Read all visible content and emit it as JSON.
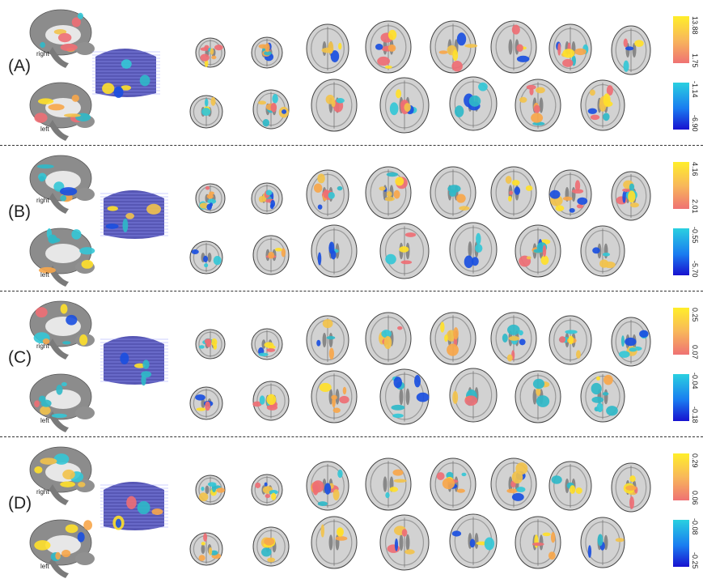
{
  "panels": [
    {
      "id": "A",
      "label": "(A)",
      "top_side": "right",
      "bottom_side": "left",
      "colorbar": {
        "max": "13.88",
        "pos_min": "1.75",
        "neg_max": "-1.14",
        "neg_min": "-6.90"
      }
    },
    {
      "id": "B",
      "label": "(B)",
      "top_side": "right",
      "bottom_side": "left",
      "colorbar": {
        "max": "4.16",
        "pos_min": "2.01",
        "neg_max": "-0.55",
        "neg_min": "-5.70"
      }
    },
    {
      "id": "C",
      "label": "(C)",
      "top_side": "right",
      "bottom_side": "left",
      "colorbar": {
        "max": "0.25",
        "pos_min": "0.07",
        "neg_max": "-0.04",
        "neg_min": "-0.18"
      }
    },
    {
      "id": "D",
      "label": "(D)",
      "top_side": "right",
      "bottom_side": "left",
      "colorbar": {
        "max": "0.29",
        "pos_min": "0.06",
        "neg_max": "-0.08",
        "neg_min": "-0.25"
      }
    }
  ],
  "colors": {
    "positive_high": "#ffee2a",
    "positive_low": "#ef7273",
    "negative_high": "#2ad0e0",
    "negative_low": "#1812d0",
    "slab": "#3b3bb0"
  }
}
